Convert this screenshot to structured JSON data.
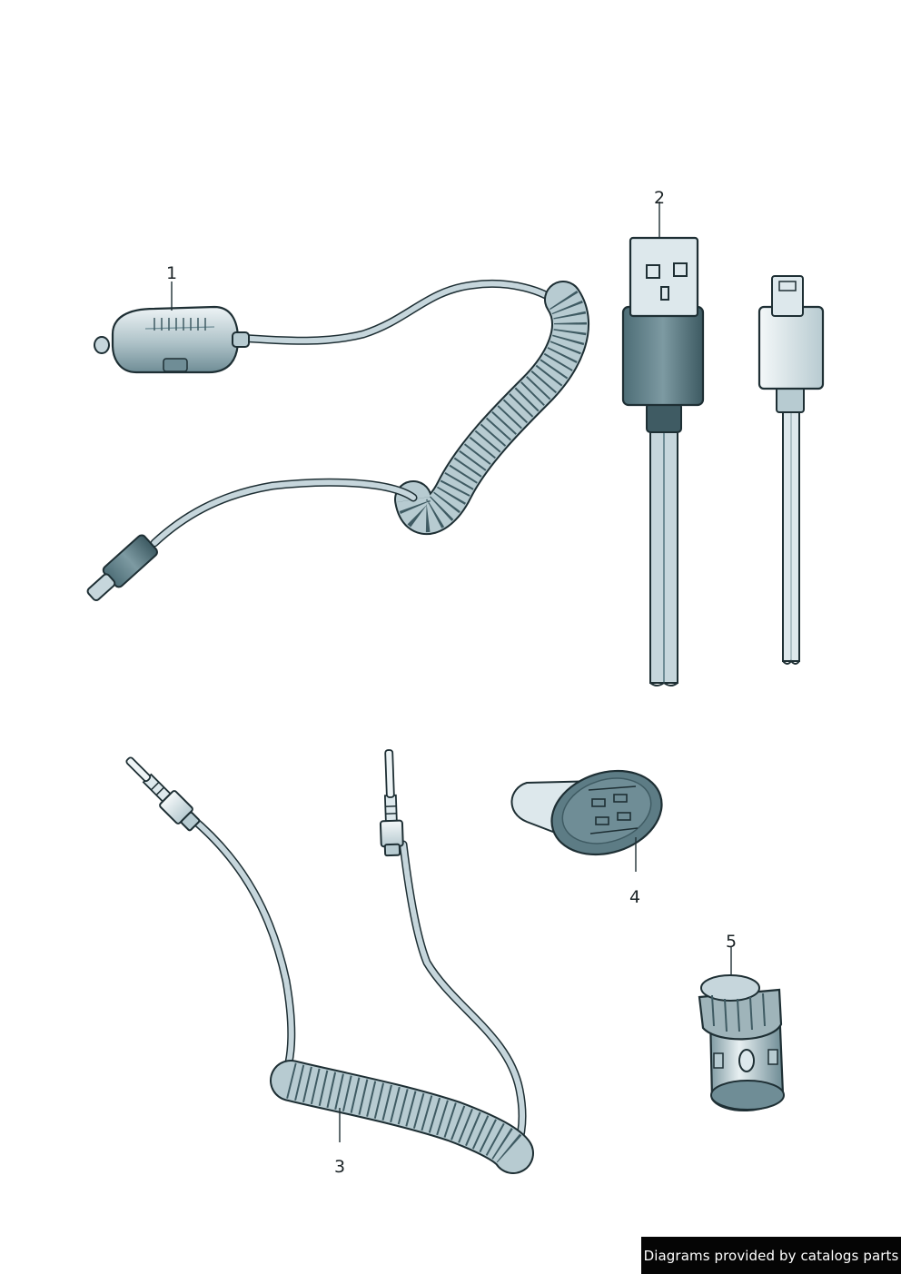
{
  "diagram": {
    "callouts": [
      {
        "id": "1",
        "label": "1"
      },
      {
        "id": "2",
        "label": "2"
      },
      {
        "id": "3",
        "label": "3"
      },
      {
        "id": "4",
        "label": "4"
      },
      {
        "id": "5",
        "label": "5"
      }
    ]
  },
  "footer": {
    "credit": "Diagrams provided by catalogs parts"
  },
  "colors": {
    "outline": "#1e2f34",
    "cable_fill": "#c6d6dc",
    "body_dark": "#6f8d96",
    "body_light": "#dde8ec",
    "connector_dark": "#3f5b63"
  }
}
